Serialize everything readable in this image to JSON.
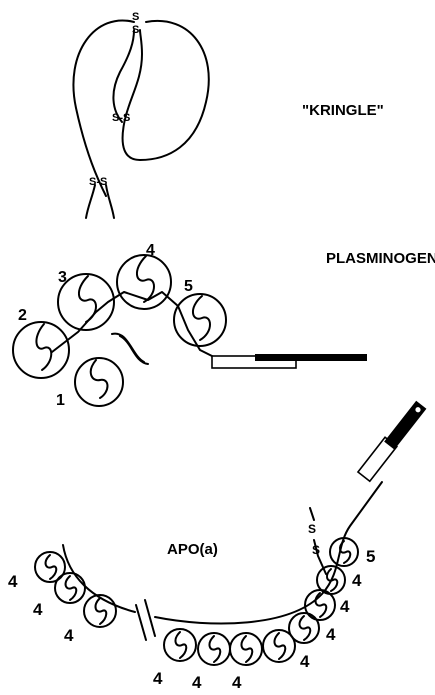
{
  "kringle": {
    "title": "\"KRINGLE\"",
    "ss_top": [
      "S",
      "S"
    ],
    "ss_mid": "S-S",
    "ss_bottom": "S-S"
  },
  "plasminogen": {
    "title": "PLASMINOGEN",
    "numbers": [
      "1",
      "2",
      "3",
      "4",
      "5"
    ]
  },
  "apoa": {
    "title": "APO(a)",
    "ss": [
      "S",
      "S"
    ],
    "label_5": "5",
    "label_4": "4"
  },
  "colors": {
    "ink": "#000000",
    "background": "#ffffff"
  }
}
